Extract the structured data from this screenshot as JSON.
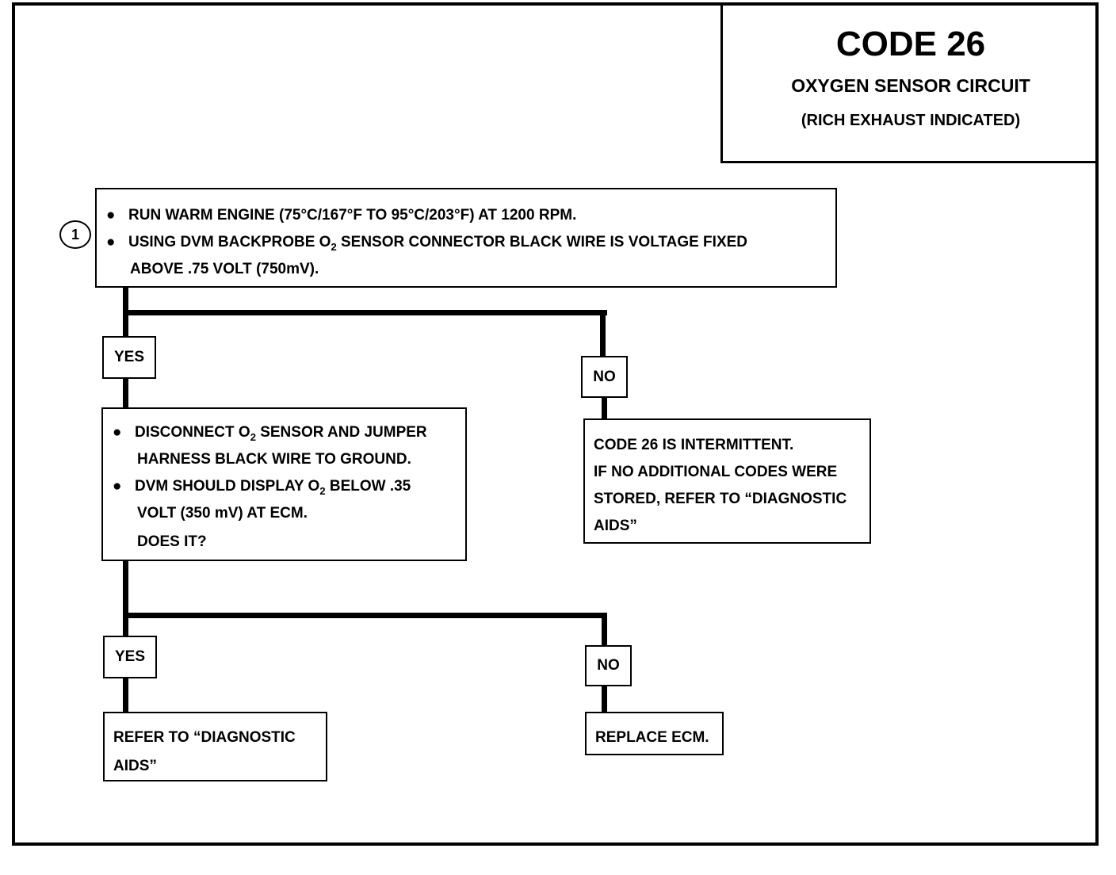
{
  "header": {
    "title": "CODE 26",
    "subtitle": "OXYGEN SENSOR CIRCUIT",
    "note": "(RICH EXHAUST INDICATED)"
  },
  "step_marker": "1",
  "step1": {
    "bullet1": "RUN WARM ENGINE  (75°C/167°F TO 95°C/203°F) AT 1200 RPM.",
    "bullet2_a": "USING DVM BACKPROBE O",
    "bullet2_sub": "2",
    "bullet2_b": " SENSOR CONNECTOR BLACK WIRE IS VOLTAGE FIXED",
    "bullet2_line2": "ABOVE .75 VOLT (750mV)."
  },
  "branch1": {
    "yes": "YES",
    "no": "NO"
  },
  "step2": {
    "bullet1_a": "DISCONNECT O",
    "bullet1_sub": "2",
    "bullet1_b": " SENSOR AND JUMPER",
    "bullet1_line2": "HARNESS BLACK WIRE TO GROUND.",
    "bullet2_a": "DVM SHOULD DISPLAY O",
    "bullet2_sub": "2",
    "bullet2_b": " BELOW .35",
    "bullet2_line2": "VOLT  (350 mV) AT ECM.",
    "question": "DOES IT?"
  },
  "intermittent": {
    "line1": "CODE 26 IS INTERMITTENT.",
    "line2": "IF NO ADDITIONAL CODES WERE",
    "line3": "STORED, REFER TO  “DIAGNOSTIC",
    "line4": "AIDS”"
  },
  "branch2": {
    "yes": "YES",
    "no": "NO"
  },
  "result_yes": {
    "line1": "REFER TO  “DIAGNOSTIC",
    "line2": "AIDS”"
  },
  "result_no": {
    "line1": "REPLACE ECM."
  },
  "icons": {
    "bullet": "bullet-dot",
    "step": "numbered-circle"
  }
}
